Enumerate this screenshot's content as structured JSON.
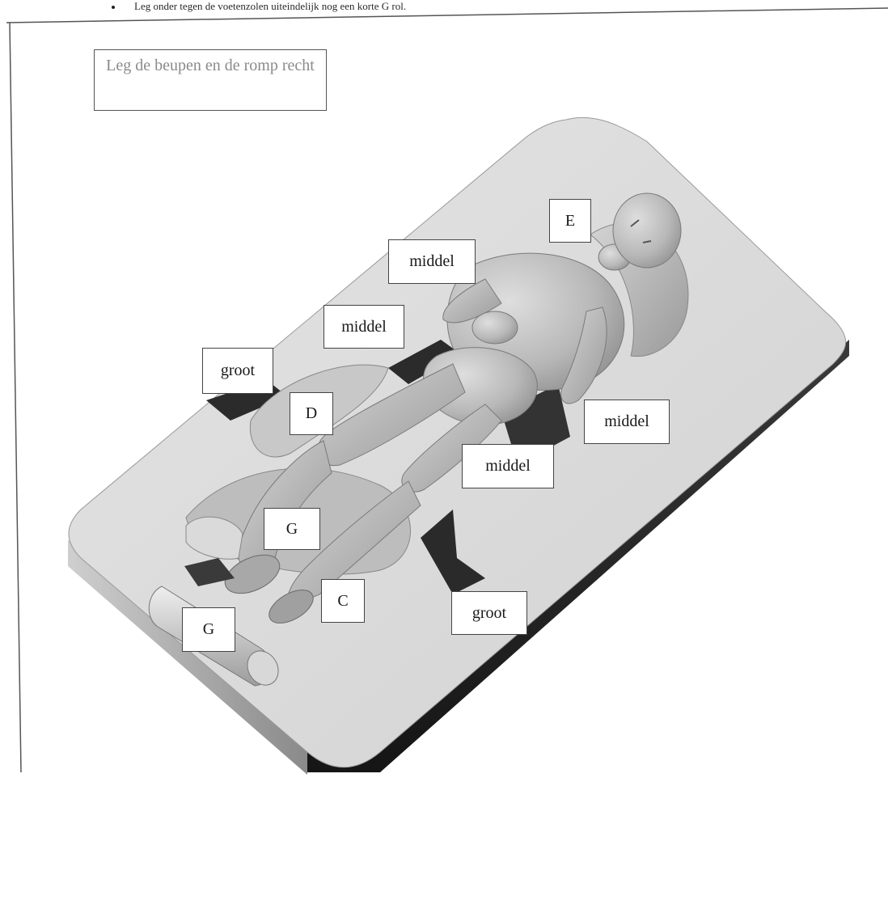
{
  "instruction": "Leg onder tegen de voetenzolen uiteindelijk nog een korte  G rol.",
  "caption": "Leg de beupen en de romp recht",
  "labels": {
    "e": "E",
    "middel_1": "middel",
    "middel_2": "middel",
    "groot_1": "groot",
    "d": "D",
    "middel_3": "middel",
    "middel_4": "middel",
    "g_1": "G",
    "c": "C",
    "groot_2": "groot",
    "g_2": "G"
  }
}
